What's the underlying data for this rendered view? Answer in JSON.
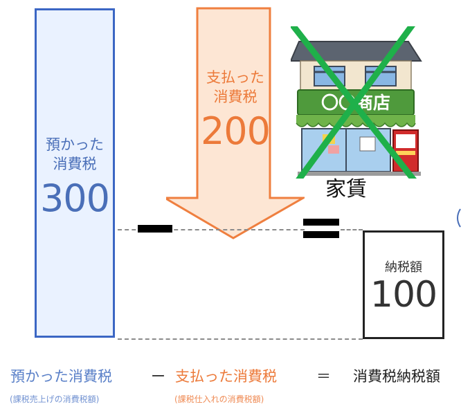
{
  "collected": {
    "label_line1": "預かった",
    "label_line2": "消費税",
    "value": "300"
  },
  "paid": {
    "label_line1": "支払った",
    "label_line2": "消費税",
    "value": "200"
  },
  "result": {
    "label": "納税額",
    "value": "100"
  },
  "shop": {
    "sign": "〇〇商店",
    "caption": "家賃"
  },
  "formula": {
    "collected": "預かった消費税",
    "minus": "ー",
    "paid": "支払った消費税",
    "equals": "＝",
    "result": "消費税納税額",
    "collected_note": "(課税売上げの消費税額)",
    "paid_note": "(課税仕入れの消費税額)"
  },
  "colors": {
    "collected": "#3b66c4",
    "paid": "#ec7a3a",
    "cross": "#1fb04a"
  },
  "icons": [
    "shop-icon",
    "cross-out-icon"
  ]
}
